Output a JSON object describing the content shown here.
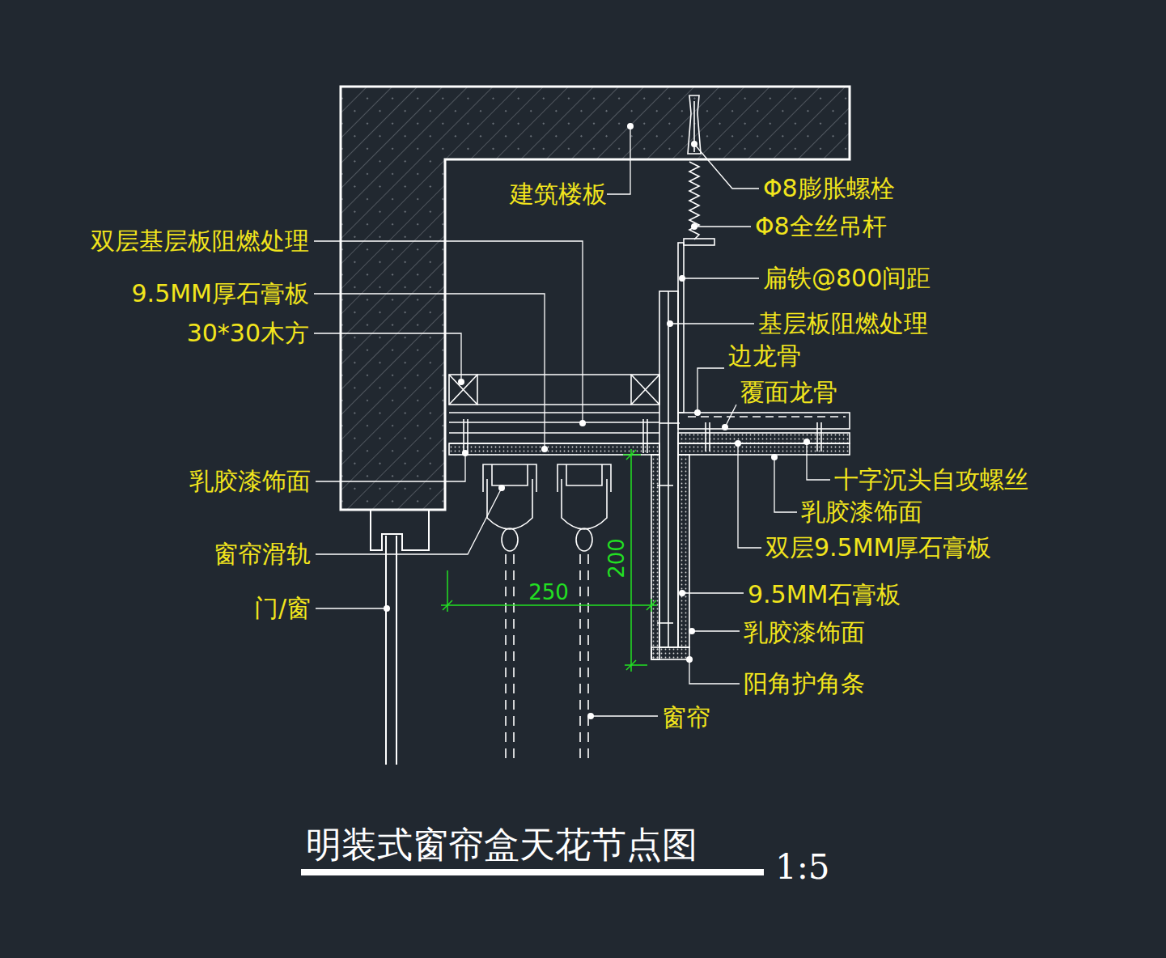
{
  "diagram": {
    "title": "明装式窗帘盒天花节点图",
    "labels": [
      "建筑楼板",
      "Φ8膨胀螺栓",
      "Φ8全丝吊杆",
      "双层基层板阻燃处理",
      "扁铁@800间距",
      "9.5MM厚石膏板",
      "基层板阻燃处理",
      "30*30木方",
      "边龙骨",
      "覆面龙骨",
      "乳胶漆饰面",
      "十字沉头自攻螺丝",
      "乳胶漆饰面",
      "窗帘滑轨",
      "双层9.5MM厚石膏板",
      "200",
      "250",
      "门/窗",
      "9.5MM石膏板",
      "乳胶漆饰面",
      "阳角护角条",
      "窗帘",
      "1:5"
    ]
  }
}
